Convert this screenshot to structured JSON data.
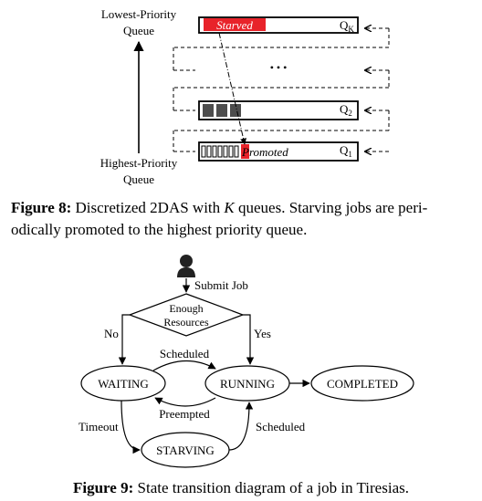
{
  "figure8": {
    "lowest_label_line1": "Lowest-Priority",
    "lowest_label_line2": "Queue",
    "highest_label_line1": "Highest-Priority",
    "highest_label_line2": "Queue",
    "ellipsis": "• • •",
    "queues": [
      {
        "label_main": "Q",
        "label_sub": "K"
      },
      {
        "label_main": "Q",
        "label_sub": "2"
      },
      {
        "label_main": "Q",
        "label_sub": "1"
      }
    ],
    "starved_label": "Starved",
    "promoted_label": "Promoted",
    "colors": {
      "starved": "#e8232a",
      "job_block": "#4d4d4d"
    },
    "caption_prefix": "Figure 8:",
    "caption_part1": " Discretized 2DAS with ",
    "caption_var": "K",
    "caption_part2": " queues. Starving jobs are peri-",
    "caption_line2": "odically promoted to the highest priority queue."
  },
  "figure9": {
    "submit_label": "Submit Job",
    "decision_line1": "Enough",
    "decision_line2": "Resources",
    "no_label": "No",
    "yes_label": "Yes",
    "states": {
      "waiting": "WAITING",
      "running": "RUNNING",
      "completed": "COMPLETED",
      "starving": "STARVING"
    },
    "edge_scheduled_top": "Scheduled",
    "edge_preempted": "Preempted",
    "edge_timeout": "Timeout",
    "edge_scheduled_right": "Scheduled",
    "caption_prefix": "Figure 9:",
    "caption_text": " State transition diagram of a job in Tiresias."
  }
}
